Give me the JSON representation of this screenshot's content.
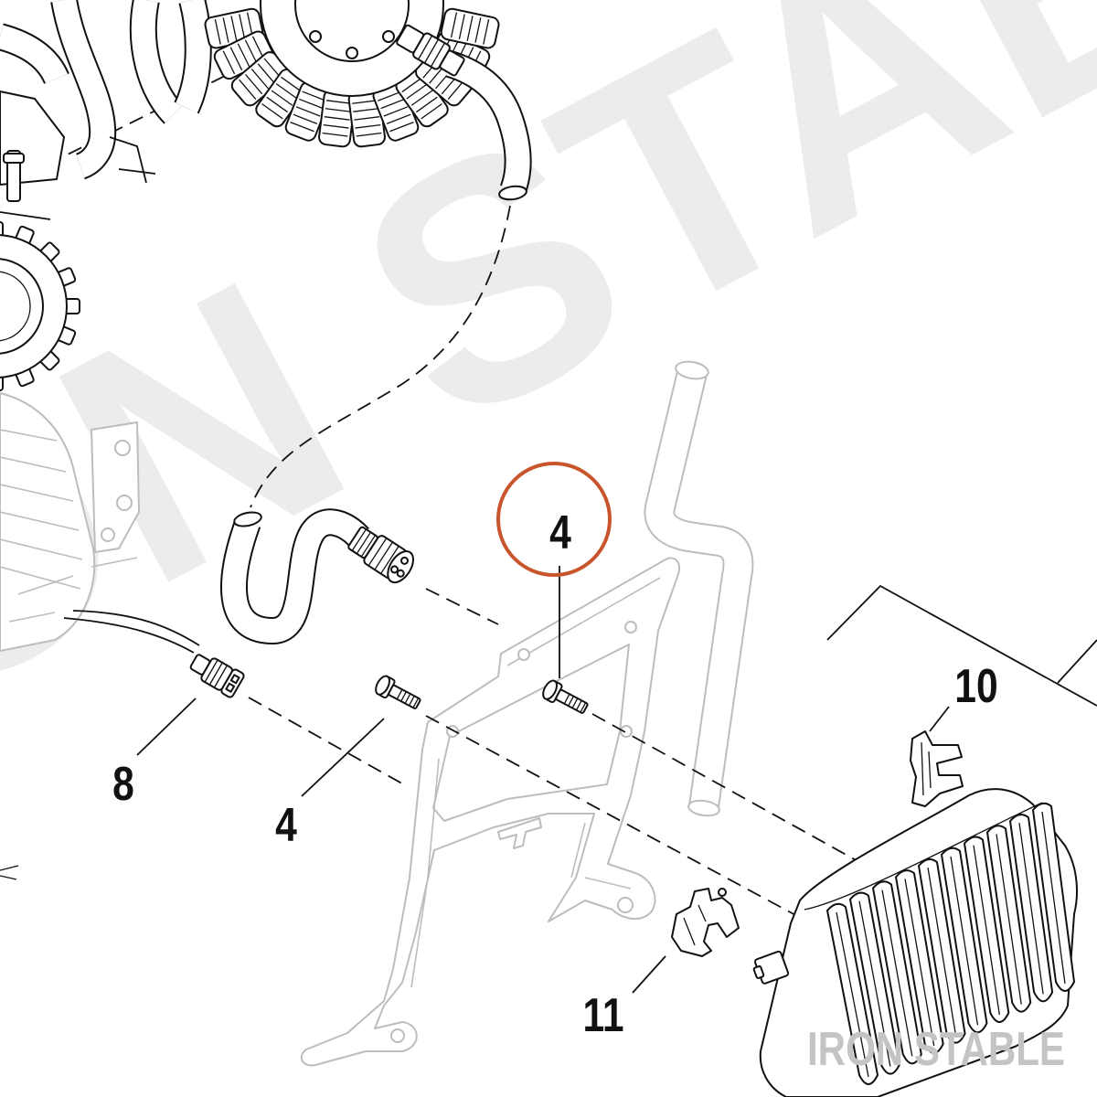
{
  "callouts": {
    "bolt_circled": "4",
    "bolt": "4",
    "wire_connector": "8",
    "clip_upper": "10",
    "clip_lower": "11"
  },
  "watermark": {
    "background": "IRON STABLE",
    "corner": "IRON STABLE"
  },
  "colors": {
    "highlight_circle": "#c8552c",
    "part_line": "#111111",
    "context_line": "#bdbdbd",
    "watermark_background": "#ececec",
    "watermark_corner": "#c4c4c4"
  }
}
